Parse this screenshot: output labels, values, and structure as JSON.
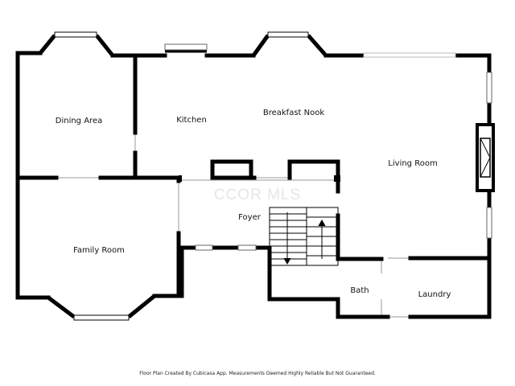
{
  "rooms": {
    "dining_area": "Dining Area",
    "kitchen": "Kitchen",
    "breakfast_nook": "Breakfast Nook",
    "living_room": "Living Room",
    "foyer": "Foyer",
    "family_room": "Family Room",
    "bath": "Bath",
    "laundry": "Laundry"
  },
  "watermark": "CCOR MLS",
  "footer": "Floor Plan Created By Cubicasa App. Measurements Deemed Highly Reliable But Not Guaranteed.",
  "colors": {
    "wall": "#000000",
    "background": "#ffffff",
    "thin_line": "#9a9a9a"
  }
}
